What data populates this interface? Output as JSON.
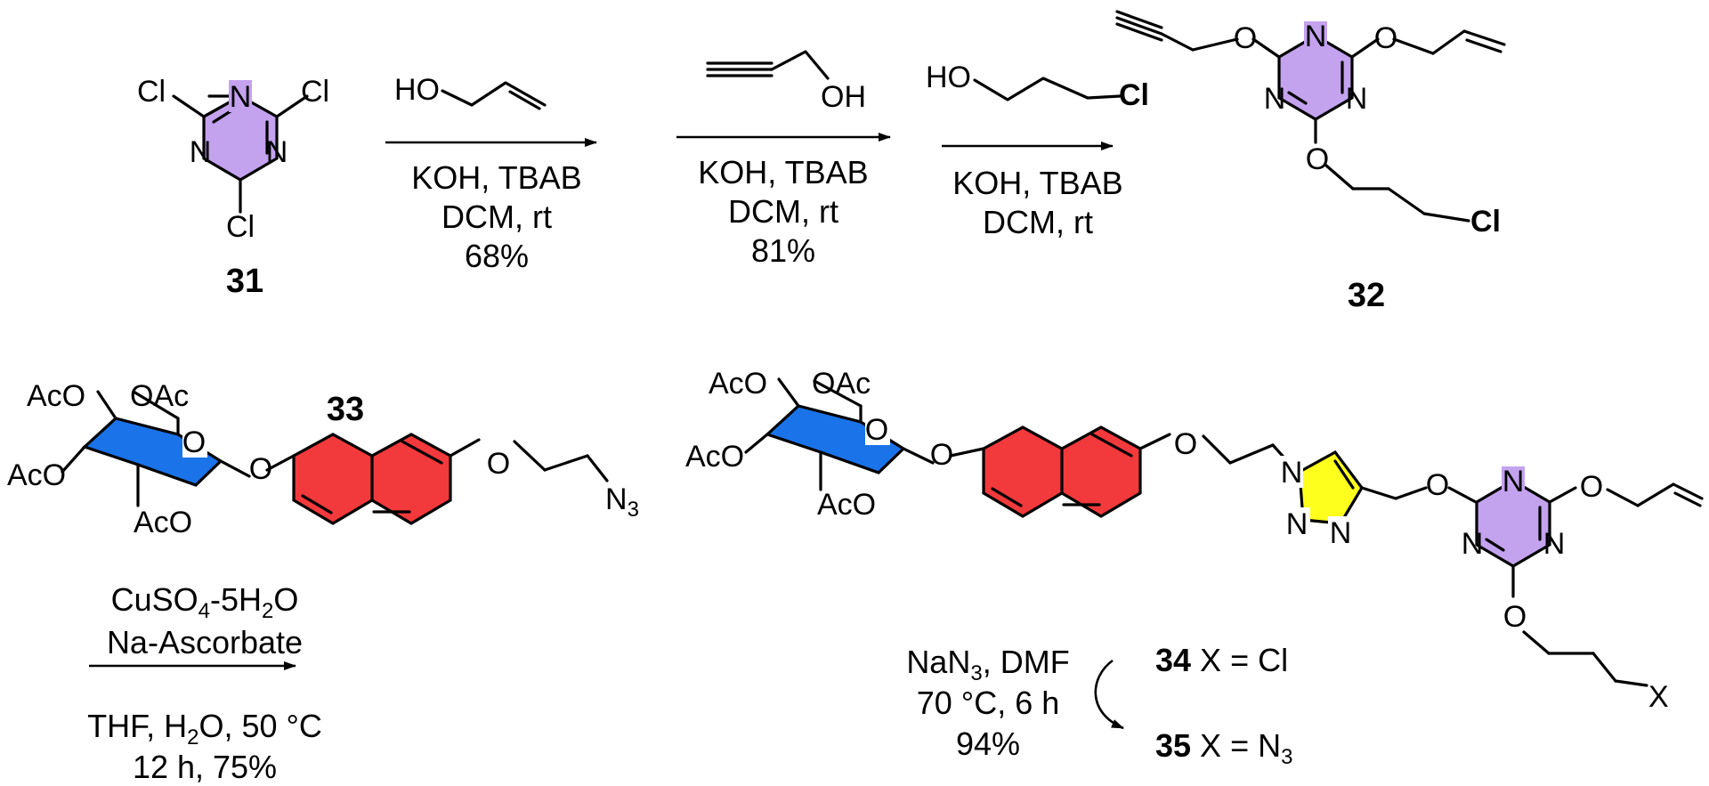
{
  "colors": {
    "triazine": "#c3a2ee",
    "sugar": "#1a73e8",
    "naphthalene": "#f2393c",
    "triazole": "#ffff1e"
  },
  "atoms": {
    "cl": "Cl",
    "n": "N",
    "o": "O",
    "ho": "HO",
    "oh": "OH",
    "aco": "AcO",
    "oac": "OAc",
    "n3": "N",
    "n3_sub": "3",
    "x": "X"
  },
  "reaction1": {
    "start": "31",
    "conditions": [
      "KOH, TBAB",
      "DCM, rt",
      "68%"
    ]
  },
  "reaction2": {
    "conditions": [
      "KOH, TBAB",
      "DCM, rt",
      "81%"
    ]
  },
  "reaction3": {
    "conditions": [
      "KOH, TBAB",
      "DCM, rt"
    ],
    "product": "32"
  },
  "click": {
    "azide": "33",
    "line1_a": "CuSO",
    "line1_sub1": "4",
    "line1_b": "-5H",
    "line1_sub2": "2",
    "line1_c": "O",
    "line2": "Na-Ascorbate",
    "line3_a": "THF,  H",
    "line3_sub": "2",
    "line3_b": "O, 50 °C",
    "line4": "12 h, 75%"
  },
  "azidation": {
    "reagent_a": "NaN",
    "reagent_sub": "3",
    "reagent_b": ", DMF",
    "line2": "70 °C, 6 h",
    "line3": "94%",
    "p34_num": "34",
    "p34_text": " X = Cl",
    "p35_num": "35",
    "p35_text": " X = N",
    "p35_sub": "3"
  }
}
